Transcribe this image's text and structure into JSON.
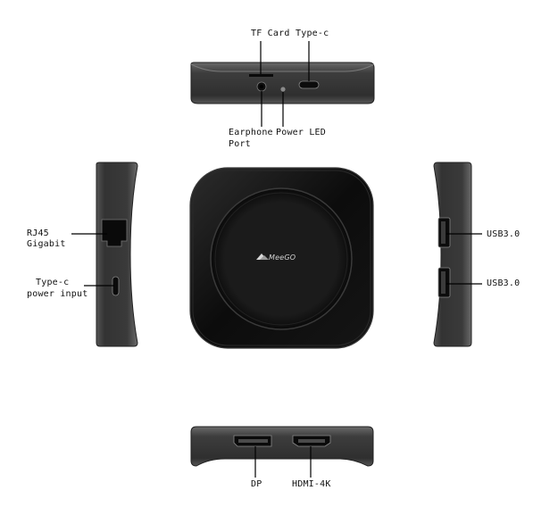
{
  "labels": {
    "tf_card": "TF Card",
    "type_c_top": "Type-c",
    "earphone": "Earphone",
    "earphone_port": "Port",
    "power_led": "Power LED",
    "rj45": "RJ45",
    "gigabit": "Gigabit",
    "type_c_power": "Type-c",
    "power_input": "power input",
    "usb_upper": "USB3.0",
    "usb_lower": "USB3.0",
    "dp": "DP",
    "hdmi": "HDMI-4K",
    "brand_logo": "MeeGO"
  },
  "colors": {
    "device_body": "#1a1a1a",
    "device_edge": "#5a5a5a",
    "side_shell": "#3c3c3c",
    "leader_line": "#000000"
  }
}
